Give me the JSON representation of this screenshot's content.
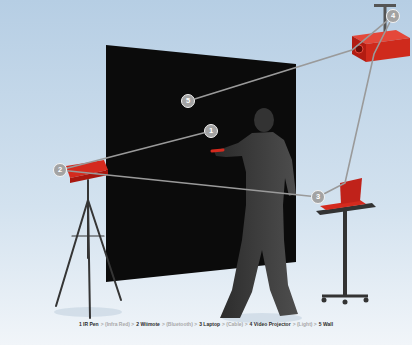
{
  "diagram": {
    "nodes": [
      {
        "text": [
          "1"
        ]
      },
      {
        "text": [
          "2"
        ]
      },
      {
        "text": [
          "3"
        ]
      },
      {
        "text": [
          "4"
        ]
      },
      {
        "text": [
          "5"
        ]
      }
    ],
    "edges": [
      {
        "from": 1,
        "to": 0,
        "arrow": "none"
      },
      {
        "from": 1,
        "to": 2,
        "arrow": "none"
      },
      {
        "from": 2,
        "to": 3,
        "arrow": "none"
      },
      {
        "from": 3,
        "to": 4,
        "arrow": "none"
      }
    ],
    "labels": [
      "1 IR Pen",
      "> (Infra Red) >",
      "2 Wiimote",
      "> (Bluetooth) >",
      "3 Laptop",
      "> (Cable) >",
      "4 Video Projector",
      "> (Light) >",
      "5 Wall"
    ]
  }
}
